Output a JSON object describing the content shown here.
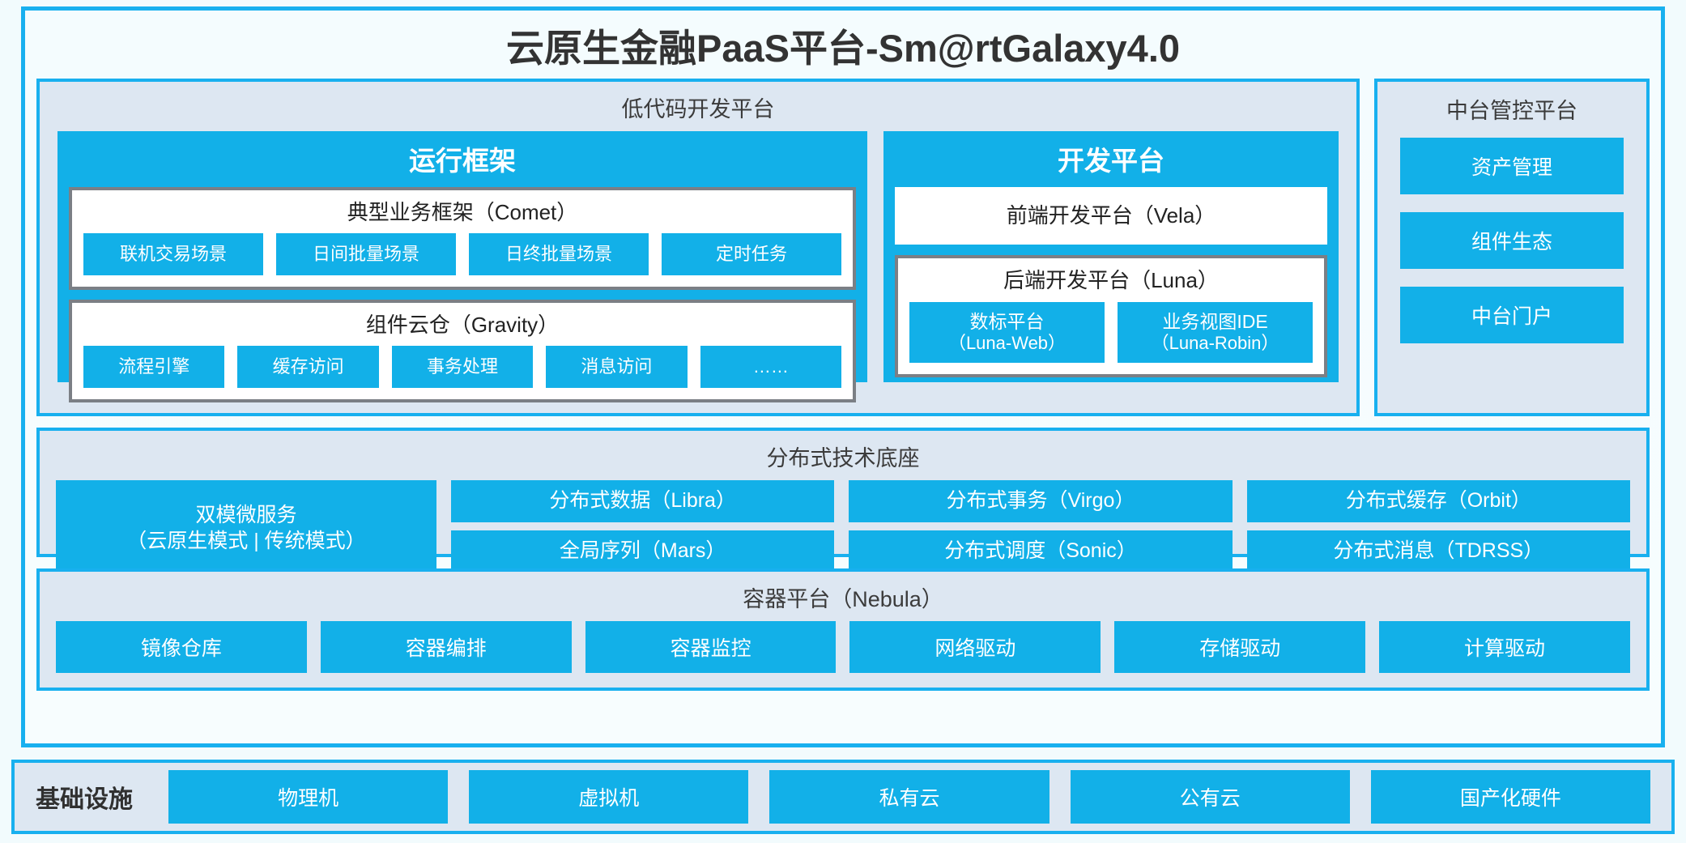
{
  "title": "云原生金融PaaS平台-Sm@rtGalaxy4.0",
  "colors": {
    "accent": "#12b0e8",
    "frame_border": "#18b0ef",
    "panel_bg": "#dde7f2",
    "group_border": "#7b7f85",
    "page_bg": "#f2fbfd",
    "text_dark": "#333333",
    "text_light": "#ffffff"
  },
  "lowcode": {
    "title": "低代码开发平台",
    "runtime": {
      "title": "运行框架",
      "groups": [
        {
          "title": "典型业务框架（Comet）",
          "items": [
            "联机交易场景",
            "日间批量场景",
            "日终批量场景",
            "定时任务"
          ]
        },
        {
          "title": "组件云仓（Gravity）",
          "items": [
            "流程引擎",
            "缓存访问",
            "事务处理",
            "消息访问",
            "……"
          ]
        }
      ]
    },
    "devplatform": {
      "title": "开发平台",
      "frontend": "前端开发平台（Vela）",
      "backend": {
        "title": "后端开发平台（Luna）",
        "items": [
          {
            "name": "数标平台",
            "code": "（Luna-Web）"
          },
          {
            "name": "业务视图IDE",
            "code": "（Luna-Robin）"
          }
        ]
      }
    }
  },
  "mgmt": {
    "title": "中台管控平台",
    "items": [
      "资产管理",
      "组件生态",
      "中台门户"
    ]
  },
  "distributed": {
    "title": "分布式技术底座",
    "microservice": {
      "line1": "双模微服务",
      "line2": "（云原生模式 | 传统模式）"
    },
    "columns": [
      [
        "分布式数据（Libra）",
        "全局序列（Mars）"
      ],
      [
        "分布式事务（Virgo）",
        "分布式调度（Sonic）"
      ],
      [
        "分布式缓存（Orbit）",
        "分布式消息（TDRSS）"
      ]
    ]
  },
  "container": {
    "title": "容器平台（Nebula）",
    "items": [
      "镜像仓库",
      "容器编排",
      "容器监控",
      "网络驱动",
      "存储驱动",
      "计算驱动"
    ]
  },
  "infrastructure": {
    "label": "基础设施",
    "items": [
      "物理机",
      "虚拟机",
      "私有云",
      "公有云",
      "国产化硬件"
    ]
  }
}
